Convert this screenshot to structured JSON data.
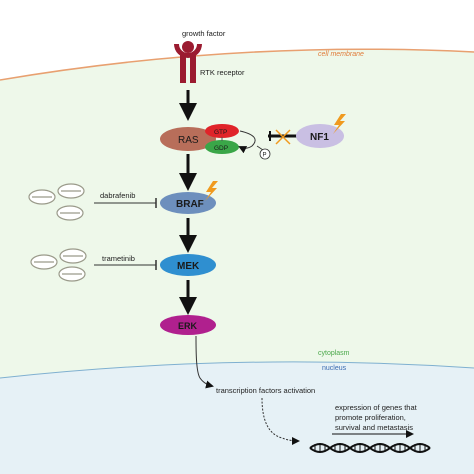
{
  "labels": {
    "growth_factor": "growth factor",
    "rtk_receptor": "RTK receptor",
    "cell_membrane": "cell membrane",
    "cytoplasm": "cytoplasm",
    "nucleus": "nucleus",
    "ras": "RAS",
    "gtp": "GTP",
    "gdp": "GDP",
    "phosphate": "P",
    "nf1": "NF1",
    "dabrafenib": "dabrafenib",
    "trametinib": "trametinib",
    "braf": "BRAF",
    "mek": "MEK",
    "erk": "ERK",
    "transcription": "transcription factors activation",
    "expression_line1": "expression of genes that",
    "expression_line2": "promote proliferation,",
    "expression_line3": "survival and metastasis"
  },
  "colors": {
    "membrane_line": "#e8a070",
    "cytoplasm_fill": "#eef8ea",
    "nucleus_fill": "#e6f1f6",
    "receptor": "#9b1b30",
    "ras": "#b86e5a",
    "gtp": "#e0242a",
    "gdp": "#3aa648",
    "nf1": "#c9bfe3",
    "braf": "#6d8fbd",
    "mek": "#2f8fd0",
    "erk": "#b0208e",
    "mutation_bolt": "#f09a1e",
    "cytoplasm_label": "#4aa84a",
    "nucleus_label": "#3a6ab0",
    "membrane_label": "#e07b39"
  },
  "icons": [
    "mutation-bolt-icon",
    "pill-icon",
    "dna-icon"
  ]
}
